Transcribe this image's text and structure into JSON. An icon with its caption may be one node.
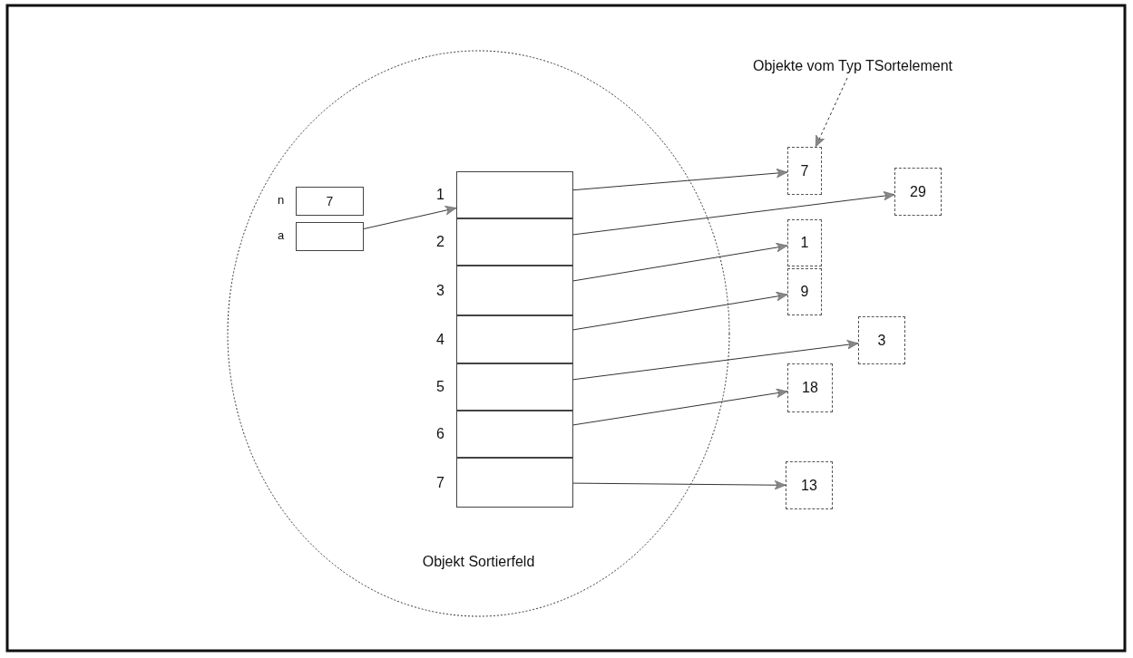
{
  "diagram": {
    "nodes": [
      {
        "text": [
          "Objekt Sortierfeld"
        ]
      },
      {
        "text": [
          "7"
        ],
        "beside": [
          "n"
        ],
        "in": 0
      },
      {
        "text": [],
        "shape": "box",
        "beside": [
          "a"
        ],
        "in": 0
      },
      {
        "text": [],
        "shape": "box",
        "beside": [
          "1"
        ],
        "in": 0
      },
      {
        "text": [],
        "shape": "box",
        "beside": [
          "2"
        ],
        "in": 0
      },
      {
        "text": [],
        "shape": "box",
        "beside": [
          "3"
        ],
        "in": 0
      },
      {
        "text": [],
        "shape": "box",
        "beside": [
          "4"
        ],
        "in": 0
      },
      {
        "text": [],
        "shape": "box",
        "beside": [
          "5"
        ],
        "in": 0
      },
      {
        "text": [],
        "shape": "box",
        "beside": [
          "6"
        ],
        "in": 0
      },
      {
        "text": [],
        "shape": "box",
        "beside": [
          "7"
        ],
        "in": 0
      },
      {
        "text": [
          "7"
        ]
      },
      {
        "text": [
          "29"
        ]
      },
      {
        "text": [
          "1"
        ]
      },
      {
        "text": [
          "9"
        ]
      },
      {
        "text": [
          "3"
        ]
      },
      {
        "text": [
          "18"
        ]
      },
      {
        "text": [
          "13"
        ]
      },
      {
        "text": [
          "Objekte vom Typ TSortelement"
        ]
      }
    ],
    "edges": [
      {
        "from": 2,
        "to": 3,
        "arrow": "to"
      },
      {
        "from": 3,
        "to": 10,
        "arrow": "to"
      },
      {
        "from": 4,
        "to": 11,
        "arrow": "to"
      },
      {
        "from": 5,
        "to": 12,
        "arrow": "to"
      },
      {
        "from": 6,
        "to": 13,
        "arrow": "to"
      },
      {
        "from": 7,
        "to": 14,
        "arrow": "to"
      },
      {
        "from": 8,
        "to": 15,
        "arrow": "to"
      },
      {
        "from": 9,
        "to": 16,
        "arrow": "to"
      },
      {
        "from": 17,
        "to": 10,
        "arrow": "to",
        "style": "dashed"
      }
    ]
  }
}
